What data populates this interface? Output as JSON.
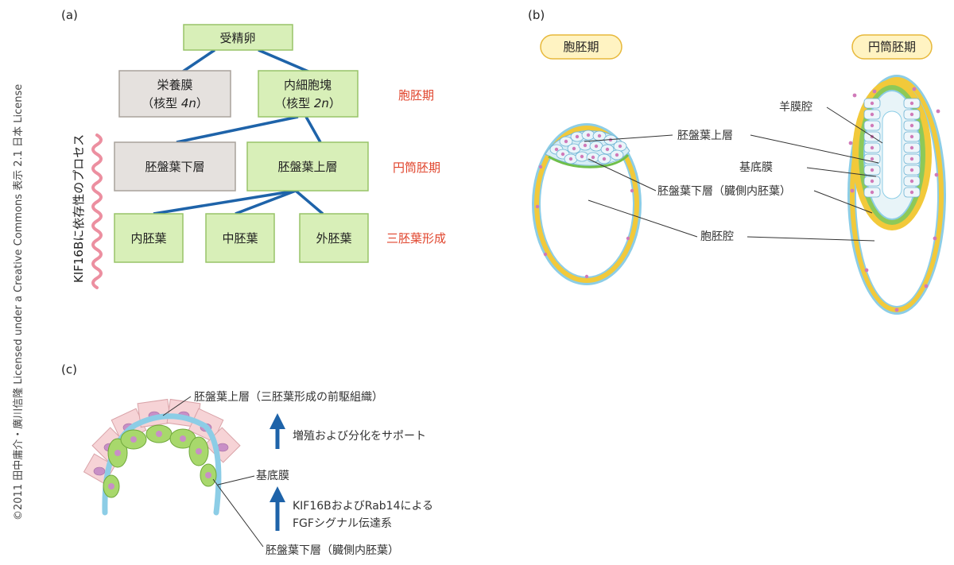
{
  "copyright": "©2011 田中庸介・廣川信隆 Licensed under a Creative Commons 表示 2.1 日本 License",
  "panel_a": {
    "label": "(a)",
    "nodes": {
      "zygote": "受精卵",
      "trophectoderm": {
        "line1": "栄養膜",
        "line2_pre": "（核型 ",
        "line2_n": "4n",
        "line2_post": "）"
      },
      "icm": {
        "line1": "内細胞塊",
        "line2_pre": "（核型 ",
        "line2_n": "2n",
        "line2_post": "）"
      },
      "hypoblast": "胚盤葉下層",
      "epiblast": "胚盤葉上層",
      "endoderm": "内胚葉",
      "mesoderm": "中胚葉",
      "ectoderm": "外胚葉"
    },
    "stages": {
      "blastocyst": "胞胚期",
      "egg_cylinder": "円筒胚期",
      "gastrulation": "三胚葉形成"
    },
    "wavy_label": "KIF16Bに依存性のプロセス",
    "colors": {
      "stage_text": "#e0442c",
      "edge": "#1e63a9",
      "wave": "#ec8fa0"
    }
  },
  "panel_b": {
    "label": "(b)",
    "pill_left": "胞胚期",
    "pill_right": "円筒胚期",
    "labels": {
      "amniotic_cavity": "羊膜腔",
      "epiblast": "胚盤葉上層",
      "basement_membrane": "基底膜",
      "hypoblast": "胚盤葉下層（臓側内胚葉）",
      "blastocoel": "胞胚腔"
    }
  },
  "panel_c": {
    "label": "(c)",
    "labels": {
      "epiblast": "胚盤葉上層（三胚葉形成の前駆組織）",
      "support": "増殖および分化をサポート",
      "basement_membrane": "基底膜",
      "signal_line1": "KIF16BおよびRab14による",
      "signal_line2": "FGFシグナル伝達系",
      "hypoblast": "胚盤葉下層（臓側内胚葉）"
    }
  }
}
